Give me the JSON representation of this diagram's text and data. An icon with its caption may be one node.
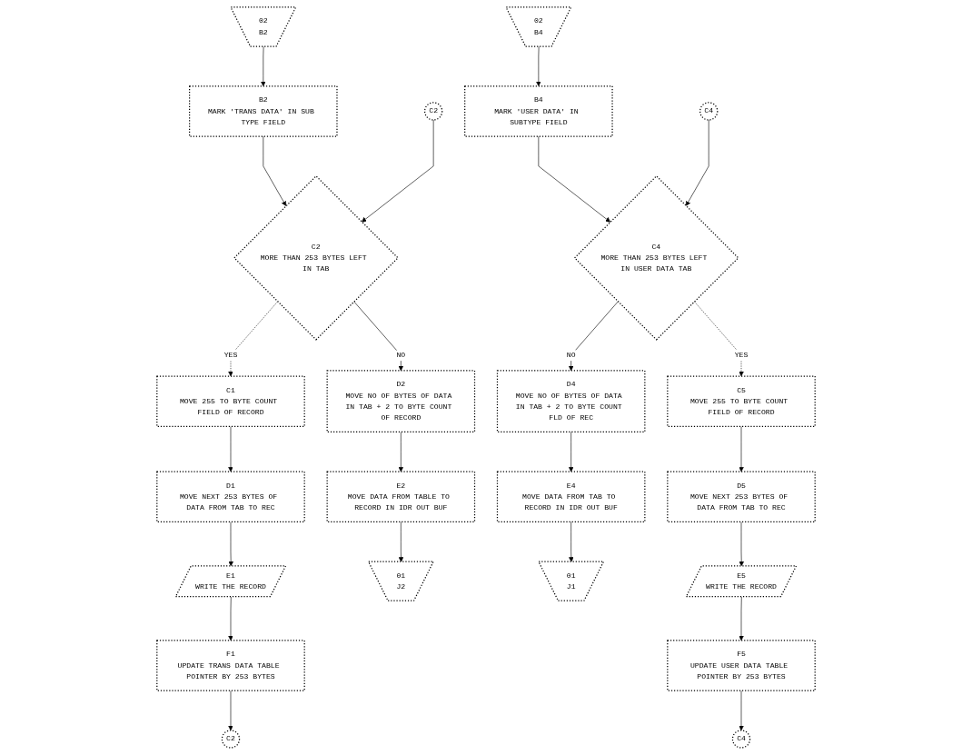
{
  "diagram": {
    "nodes": [
      {
        "text": [
          "02",
          "B2"
        ]
      },
      {
        "text": [
          "B2",
          "MARK 'TRANS DATA' IN SUB TYPE FIELD"
        ]
      },
      {
        "text": [
          "C2"
        ]
      },
      {
        "text": [
          "C2",
          "MORE THAN 253 BYTES LEFT IN TAB"
        ]
      },
      {
        "text": [
          "C1",
          "MOVE 255 TO BYTE COUNT FIELD OF RECORD"
        ]
      },
      {
        "text": [
          "D1",
          "MOVE NEXT 253 BYTES OF DATA FROM TAB TO REC"
        ]
      },
      {
        "text": [
          "E1",
          "WRITE THE RECORD"
        ]
      },
      {
        "text": [
          "F1",
          "UPDATE TRANS DATA TABLE POINTER BY 253 BYTES"
        ]
      },
      {
        "text": [
          "C2"
        ]
      },
      {
        "text": [
          "D2",
          "MOVE NO OF BYTES OF DATA IN TAB + 2 TO BYTE COUNT OF RECORD"
        ]
      },
      {
        "text": [
          "E2",
          "MOVE DATA FROM TABLE TO RECORD IN IDR OUT BUF"
        ]
      },
      {
        "text": [
          "01",
          "J2"
        ]
      },
      {
        "text": [
          "02",
          "B4"
        ]
      },
      {
        "text": [
          "B4",
          "MARK 'USER DATA' IN SUBTYPE FIELD"
        ]
      },
      {
        "text": [
          "C4"
        ]
      },
      {
        "text": [
          "C4",
          "MORE THAN 253 BYTES LEFT IN USER DATA TAB"
        ]
      },
      {
        "text": [
          "C5",
          "MOVE 255 TO BYTE COUNT FIELD OF RECORD"
        ]
      },
      {
        "text": [
          "D4",
          "MOVE NO OF BYTES OF DATA IN TAB + 2 TO BYTE COUNT FLD OF REC"
        ]
      },
      {
        "text": [
          "E4",
          "MOVE DATA FROM TAB TO RECORD IN IDR OUT BUF"
        ]
      },
      {
        "text": [
          "01",
          "J1"
        ]
      },
      {
        "text": [
          "D5",
          "MOVE NEXT 253 BYTES OF DATA FROM TAB TO REC"
        ]
      },
      {
        "text": [
          "E5",
          "WRITE THE RECORD"
        ]
      },
      {
        "text": [
          "F5",
          "UPDATE USER DATA TABLE POINTER BY 253 BYTES"
        ]
      },
      {
        "text": [
          "C4"
        ]
      }
    ],
    "edges": [
      {
        "from": 0,
        "to": 1,
        "arrow": "to"
      },
      {
        "from": 1,
        "to": 3,
        "arrow": "to"
      },
      {
        "from": 2,
        "to": 3,
        "arrow": "to"
      },
      {
        "from": 3,
        "to": 4,
        "arrow": "to",
        "label": "YES",
        "style": "dashed"
      },
      {
        "from": 3,
        "to": 9,
        "arrow": "to",
        "label": "NO"
      },
      {
        "from": 4,
        "to": 5,
        "arrow": "to"
      },
      {
        "from": 5,
        "to": 6,
        "arrow": "to"
      },
      {
        "from": 6,
        "to": 7,
        "arrow": "to"
      },
      {
        "from": 7,
        "to": 8,
        "arrow": "to"
      },
      {
        "from": 9,
        "to": 10,
        "arrow": "to"
      },
      {
        "from": 10,
        "to": 11,
        "arrow": "to"
      },
      {
        "from": 12,
        "to": 13,
        "arrow": "to"
      },
      {
        "from": 13,
        "to": 15,
        "arrow": "to"
      },
      {
        "from": 14,
        "to": 15,
        "arrow": "to"
      },
      {
        "from": 15,
        "to": 16,
        "arrow": "to",
        "label": "YES",
        "style": "dashed"
      },
      {
        "from": 15,
        "to": 17,
        "arrow": "to",
        "label": "NO"
      },
      {
        "from": 17,
        "to": 18,
        "arrow": "to"
      },
      {
        "from": 18,
        "to": 19,
        "arrow": "to"
      },
      {
        "from": 16,
        "to": 20,
        "arrow": "to"
      },
      {
        "from": 20,
        "to": 21,
        "arrow": "to"
      },
      {
        "from": 21,
        "to": 22,
        "arrow": "to"
      },
      {
        "from": 22,
        "to": 23,
        "arrow": "to"
      }
    ]
  }
}
